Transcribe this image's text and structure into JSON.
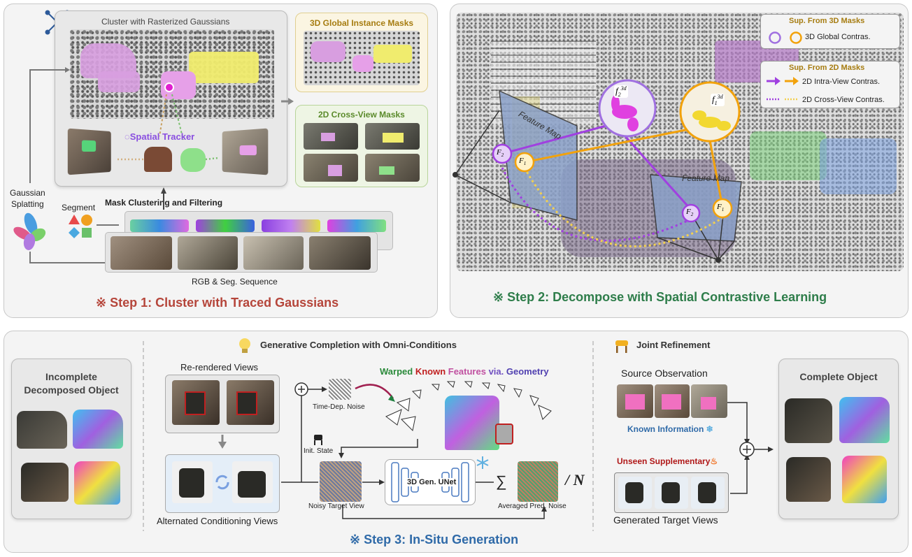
{
  "step1": {
    "cluster_title": "Cluster with Rasterized Gaussians",
    "spatial_tracker": "Spatial Tracker",
    "global_masks_title": "3D Global Instance Masks",
    "crossview_masks_title": "2D Cross-View Masks",
    "gaussian_splatting": "Gaussian\nSplatting",
    "segment": "Segment",
    "mask_clustering": "Mask Clustering and Filtering",
    "rgb_seg": "RGB & Seg. Sequence",
    "title": "※ Step 1: Cluster with Traced Gaussians"
  },
  "step2": {
    "sup3d_title": "Sup. From 3D Masks",
    "sup3d_item": "3D Global Contras.",
    "sup2d_title": "Sup. From 2D Masks",
    "sup2d_item1": "2D Intra-View Contras.",
    "sup2d_item2": "2D Cross-View Contras.",
    "feature_map_left": "Feature Map",
    "feature_map_right": "Feature Map",
    "f2_3d": "f",
    "f1_3d": "f",
    "F2": "F",
    "F1": "F",
    "title": "※ Step 2: Decompose with Spatial Contrastive Learning"
  },
  "step3": {
    "gen_completion": "Generative Completion with Omni-Conditions",
    "joint_refinement": "Joint Refinement",
    "incomplete_title": "Incomplete\nDecomposed Object",
    "rerendered": "Re-rendered Views",
    "alternated": "Alternated Conditioning Views",
    "time_noise": "Time-Dep. Noise",
    "warped_part1": "Warped ",
    "warped_part2": "Known ",
    "warped_part3": "Features ",
    "warped_part4": "via. ",
    "warped_part5": "Geometry",
    "init_state": "Init. State",
    "noisy_target": "Noisy Target View",
    "unet": "3D Gen. UNet",
    "sum": "∑",
    "avg_noise": "Averaged Pred. Noise",
    "div_n": "/ N",
    "source_obs": "Source Observation",
    "known_info": "Known Information",
    "unseen": "Unseen Supplementary",
    "generated": "Generated Target Views",
    "complete_title": "Complete Object",
    "title": "※ Step 3: In-Situ Generation"
  },
  "colors": {
    "step1_title": "#b5453a",
    "step2_title": "#2e7d4a",
    "step3_title": "#2f6aa8",
    "purple": "#9b3fd6",
    "orange": "#f2a20c",
    "magenta": "#e83ee8",
    "yellow": "#f3e455"
  }
}
